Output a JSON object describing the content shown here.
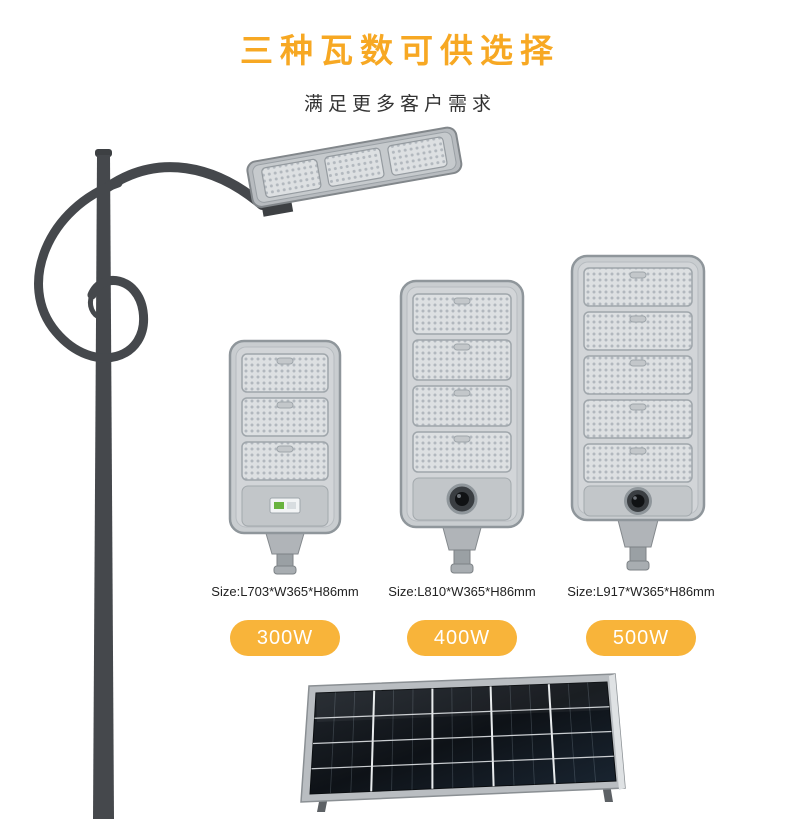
{
  "page": {
    "title": "三种瓦数可供选择",
    "subtitle": "满足更多客户需求"
  },
  "products": [
    {
      "wattage_label": "300W",
      "size_label": "Size:L703*W365*H86mm",
      "led_rows": 3
    },
    {
      "wattage_label": "400W",
      "size_label": "Size:L810*W365*H86mm",
      "led_rows": 4
    },
    {
      "wattage_label": "500W",
      "size_label": "Size:L917*W365*H86mm",
      "led_rows": 5
    }
  ],
  "illustrations": {
    "pole": "street-light-pole-with-lamp-head",
    "lamps": "all-in-one-solar-street-lamp-front-view",
    "panel": "solar-panel-module"
  },
  "colors": {
    "title_accent": "#f7a823",
    "button_bg": "#f8b43a",
    "subtitle_text": "#333333",
    "lamp_body_gray": "#c9cdd0",
    "pole_gray": "#45484c",
    "panel_dark": "#0e1217"
  }
}
